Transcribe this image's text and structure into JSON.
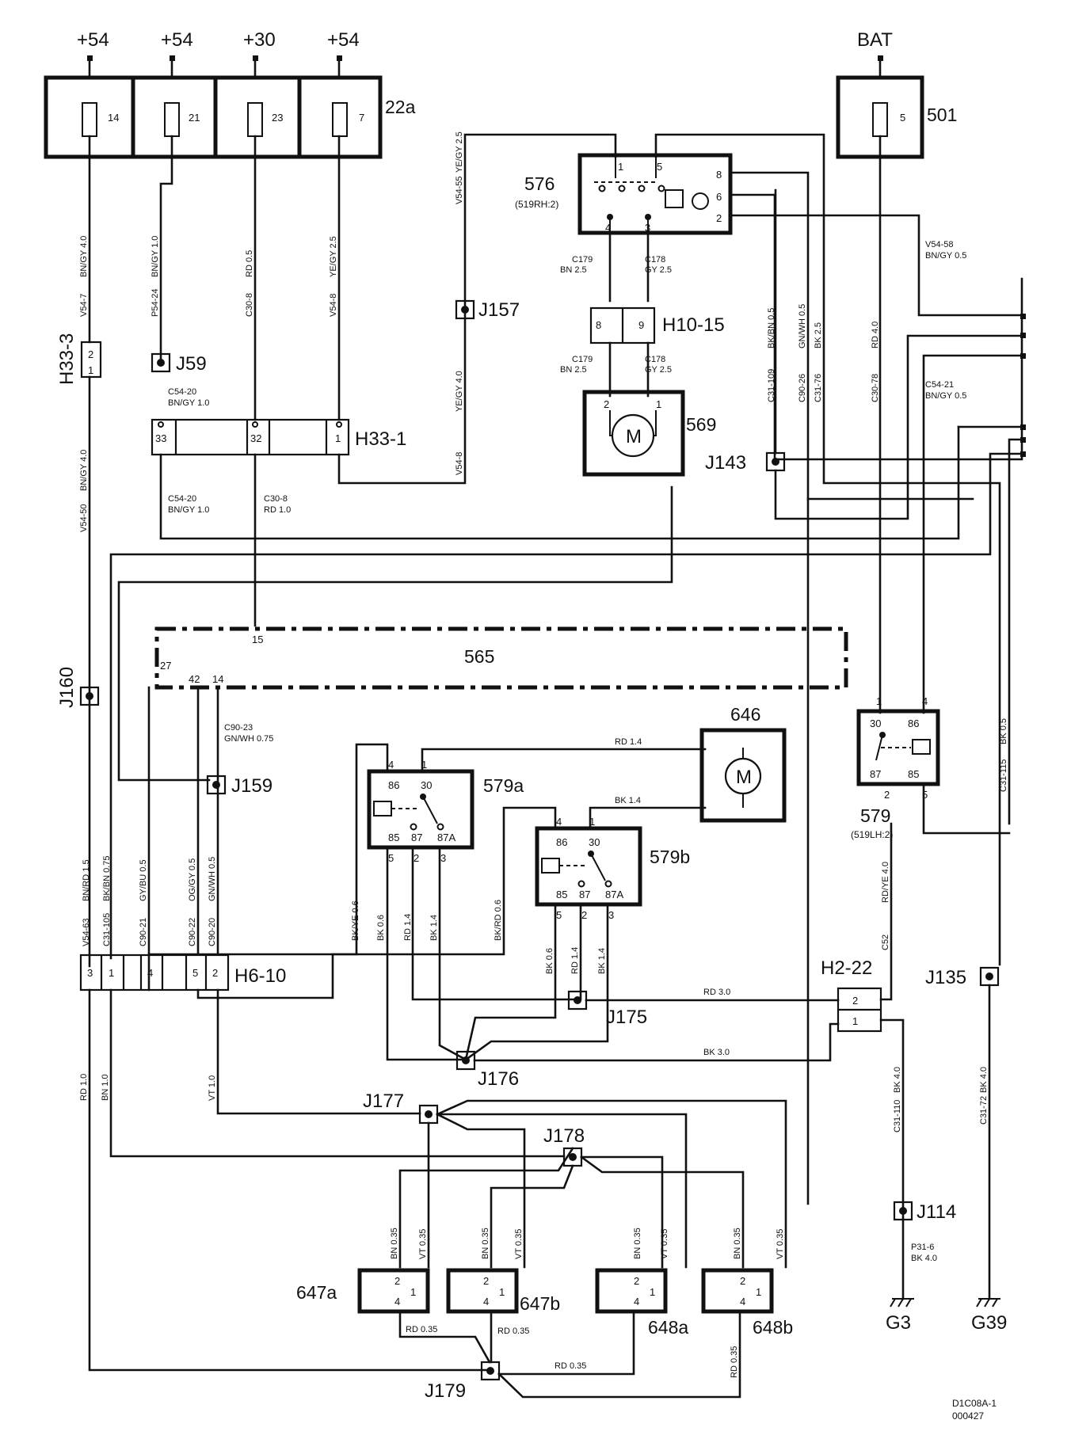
{
  "supplies": {
    "s1": "+54",
    "s2": "+54",
    "s3": "+30",
    "s4": "+54",
    "bat": "BAT"
  },
  "fuses": {
    "f14": "14",
    "f21": "21",
    "f23": "23",
    "f7": "7",
    "f5": "5"
  },
  "components": {
    "c22a": "22a",
    "c501": "501",
    "c576": "576",
    "c576sub": "(519RH:2)",
    "c569": "569",
    "c565": "565",
    "c646": "646",
    "c579a": "579a",
    "c579b": "579b",
    "c579": "579",
    "c579sub": "(519LH:2)",
    "c647a": "647a",
    "c647b": "647b",
    "c648a": "648a",
    "c648b": "648b",
    "motor": "M"
  },
  "connectors": {
    "h33_3": "H33-3",
    "h33_1": "H33-1",
    "h10_15": "H10-15",
    "h6_10": "H6-10",
    "h2_22": "H2-22"
  },
  "junctions": {
    "j157": "J157",
    "j59": "J59",
    "j143": "J143",
    "j160": "J160",
    "j159": "J159",
    "j135": "J135",
    "j175": "J175",
    "j176": "J176",
    "j177": "J177",
    "j178": "J178",
    "j114": "J114",
    "j179": "J179"
  },
  "grounds": {
    "g3": "G3",
    "g39": "G39"
  },
  "pins": {
    "p1": "1",
    "p2": "2",
    "p3": "3",
    "p4": "4",
    "p5": "5",
    "p6": "6",
    "p8": "8",
    "p9": "9",
    "p15": "15",
    "p27": "27",
    "p42": "42",
    "p14": "14",
    "p30": "30",
    "p85": "85",
    "p86": "86",
    "p87": "87",
    "p87a": "87A",
    "p32": "32",
    "p33": "33"
  },
  "wires": {
    "v54_7": "V54-7",
    "bngy_40": "BN/GY 4.0",
    "p54_24": "P54-24",
    "bngy_10": "BN/GY 1.0",
    "c30_8": "C30-8",
    "rd_05": "RD 0.5",
    "v54_8": "V54-8",
    "yegy_25": "YE/GY 2.5",
    "v54_55": "V54-55",
    "v54_8b": "V54-8",
    "yegy_40": "YE/GY 4.0",
    "c179": "C179",
    "c178": "C178",
    "bn25": "BN  2.5",
    "gy25": "GY  2.5",
    "v54_58": "V54-58",
    "v54_58c": "BN/GY     0.5",
    "c54_21": "C54-21",
    "c54_21c": "BN/GY     0.5",
    "c31_109": "C31-109",
    "bkbn05": "BK/BN  0.5",
    "c90_26": "C90-26",
    "gnwh05": "GN/WH  0.5",
    "c31_76": "C31-76",
    "bk25": "BK  2.5",
    "c30_78": "C30-78",
    "rd40": "RD  4.0",
    "c54_20": "C54-20",
    "c54_20c": "BN/GY     1.0",
    "c30_8b": "C30-8",
    "c30_8c": "RD     1.0",
    "v54_50": "V54-50",
    "c90_23": "C90-23",
    "c90_23c": "GN/WH     0.75",
    "v54_63": "V54-63",
    "bnrd15": "BN/RD  1.5",
    "c31_105": "C31-105",
    "bkbn075": "BK/BN  0.75",
    "c90_21": "C90-21",
    "gybu05": "GY/BU  0.5",
    "c90_22": "C90-22",
    "oggy05": "OG/GY  0.5",
    "c90_20": "C90-20",
    "gnwh05b": "GN/WH  0.5",
    "rd14": "RD   1.4",
    "bk14": "BK   1.4",
    "bkye06": "BK/YE  0.6",
    "bk06": "BK  0.6",
    "rd14v": "RD  1.4",
    "bk14v": "BK  1.4",
    "bkrd06": "BK/RD  0.6",
    "bk06b": "BK  0.6",
    "rd14b": "RD  1.4",
    "bk14b": "BK  1.4",
    "c31_115": "C31-115",
    "bk05": "BK  0.5",
    "c52": "C52",
    "rdye40": "RD/YE  4.0",
    "rd30": "RD        3.0",
    "bk30": "BK        3.0",
    "c31_110": "C31-110",
    "bk40": "BK  4.0",
    "c31_72": "C31-72",
    "bk40b": "BK  4.0",
    "p31_6": "P31-6",
    "p31_6c": "BK     4.0",
    "rd10": "RD  1.0",
    "bn10": "BN  1.0",
    "vt10": "VT  1.0",
    "bn035": "BN   0.35",
    "vt035": "VT   0.35",
    "rd035": "RD     0.35",
    "rd035v": "RD  0.35"
  },
  "footer": {
    "code": "D1C08A-1",
    "date": "000427"
  }
}
